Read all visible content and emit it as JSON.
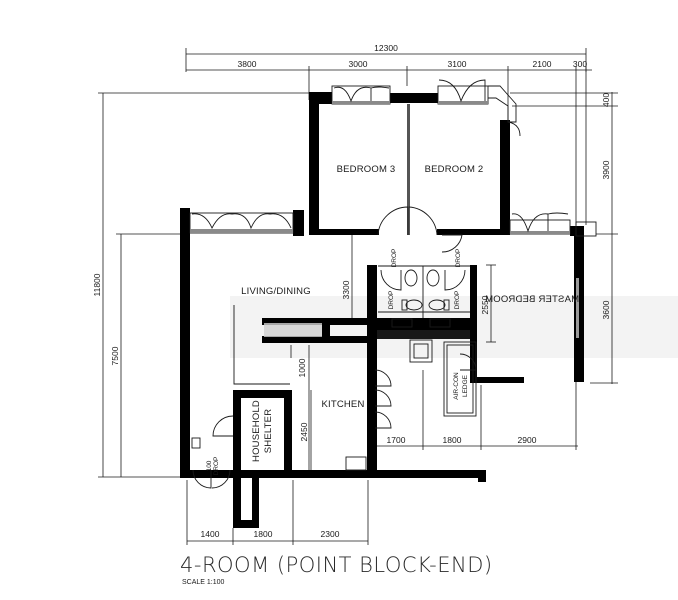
{
  "plan": {
    "title": "4-ROOM (POINT BLOCK-END)",
    "scale_label": "SCALE   1:100",
    "rooms": {
      "bedroom_3": "BEDROOM 3",
      "bedroom_2": "BEDROOM 2",
      "master_bedroom": "MASTER BEDROOM",
      "living_dining": "LIVING/DINING",
      "kitchen": "KITCHEN",
      "household_shelter_line1": "HOUSEHOLD",
      "household_shelter_line2": "SHELTER",
      "aircon_ledge_line1": "AIR-CON",
      "aircon_ledge_line2": "LEDGE"
    },
    "annotations": {
      "drop": "DROP",
      "drop_100": "100",
      "drop_100_label": "DROP"
    },
    "dimensions": {
      "top_total": "12300",
      "top_segments": [
        "3800",
        "3000",
        "3100",
        "2100",
        "300"
      ],
      "right_segments": [
        "400",
        "3900",
        "3600"
      ],
      "left_total": "11800",
      "left_inner": "7500",
      "living_height": "3300",
      "bath_height": "2550",
      "corridor": "1000",
      "kitchen_height": "2450",
      "mid_bottom_segments": [
        "1700",
        "1800",
        "2900"
      ],
      "bottom_segments": [
        "1400",
        "1800",
        "2300"
      ]
    }
  }
}
